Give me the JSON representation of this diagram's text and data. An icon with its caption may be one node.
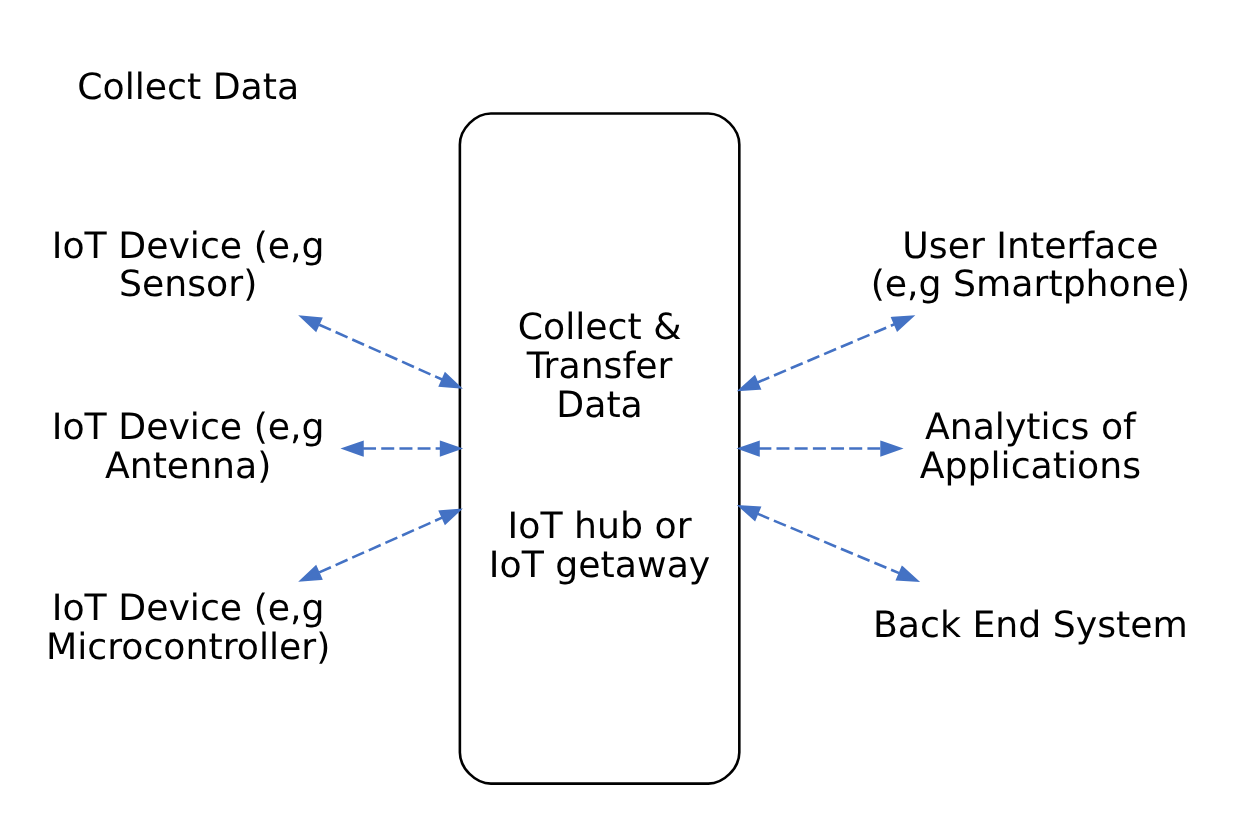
{
  "diagram": {
    "nodes": [
      {
        "text": [
          "Collect & Transfer Data",
          "IoT hub or IoT getaway"
        ]
      },
      {
        "text": [
          "IoT Device (e,g Sensor)"
        ]
      },
      {
        "text": [
          "IoT Device (e,g Antenna)"
        ]
      },
      {
        "text": [
          "IoT Device (e,g Microcontroller)"
        ]
      },
      {
        "text": [
          "User Interface (e,g Smartphone)"
        ]
      },
      {
        "text": [
          "Analytics of Applications"
        ]
      },
      {
        "text": [
          "Back End System"
        ]
      }
    ],
    "edges": [
      {
        "from": 1,
        "to": 0,
        "arrow": "both",
        "style": "dashed"
      },
      {
        "from": 2,
        "to": 0,
        "arrow": "both",
        "style": "dashed"
      },
      {
        "from": 3,
        "to": 0,
        "arrow": "both",
        "style": "dashed"
      },
      {
        "from": 0,
        "to": 4,
        "arrow": "both",
        "style": "dashed"
      },
      {
        "from": 0,
        "to": 5,
        "arrow": "both",
        "style": "dashed"
      },
      {
        "from": 0,
        "to": 6,
        "arrow": "both",
        "style": "dashed"
      }
    ],
    "labels": [
      "Collect Data"
    ]
  }
}
